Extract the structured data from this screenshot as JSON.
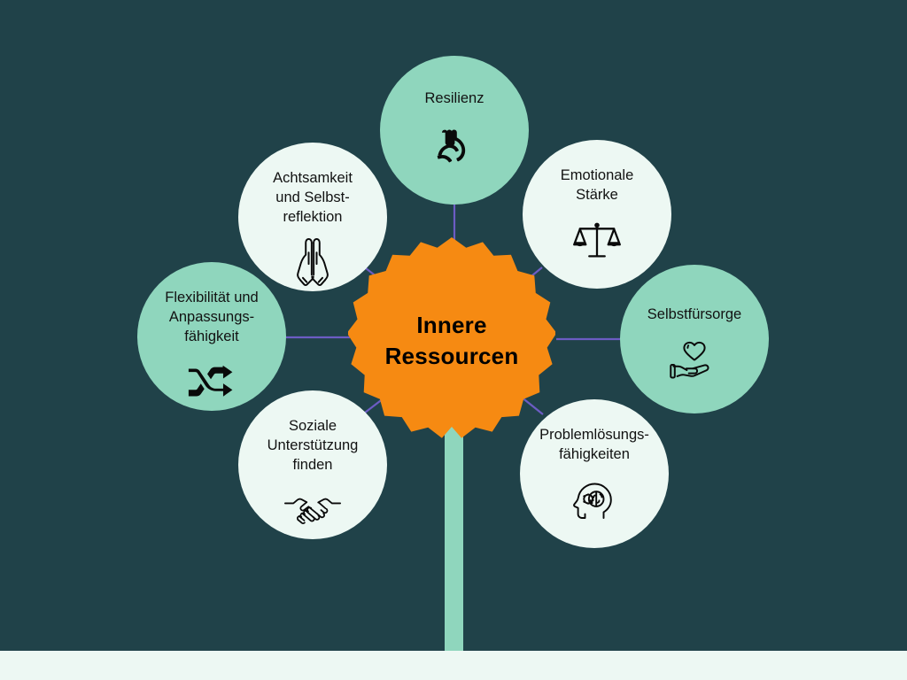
{
  "palette": {
    "background": "#204249",
    "mint": "#8FD6BD",
    "offwhite": "#EDF8F3",
    "orange": "#F68A12",
    "connector": "#6C5CC4",
    "text_dark": "#121212"
  },
  "center": {
    "label": "Innere\nRessourcen",
    "line1": "Innere",
    "line2": "Ressourcen",
    "shape": "starburst"
  },
  "stem": {
    "name": "plant-stem",
    "color": "#8FD6BD"
  },
  "bottom_bar": {
    "name": "bottom-band",
    "color": "#EDF8F3"
  },
  "nodes": [
    {
      "id": "resilienz",
      "label": "Resilienz",
      "icon": "flexed-bicep-icon",
      "tone": "mint"
    },
    {
      "id": "emotionale-staerke",
      "label": "Emotionale\nStärke",
      "icon": "balance-scales-icon",
      "tone": "white"
    },
    {
      "id": "selbstfuersorge",
      "label": "Selbstfürsorge",
      "icon": "hand-holding-heart-icon",
      "tone": "mint"
    },
    {
      "id": "problemloesungsfaehigkeiten",
      "label": "Problemlösungs-\nfähigkeiten",
      "icon": "head-brain-gear-icon",
      "tone": "white"
    },
    {
      "id": "soziale-unterstuetzung",
      "label": "Soziale\nUnterstützung\nfinden",
      "icon": "handshake-icon",
      "tone": "white"
    },
    {
      "id": "flexibilitaet",
      "label": "Flexibilität und\nAnpassungs-\nfähigkeit",
      "icon": "shuffle-arrows-icon",
      "tone": "mint"
    },
    {
      "id": "achtsamkeit",
      "label": "Achtsamkeit\nund Selbst-\nreflektion",
      "icon": "praying-hands-icon",
      "tone": "white"
    }
  ]
}
